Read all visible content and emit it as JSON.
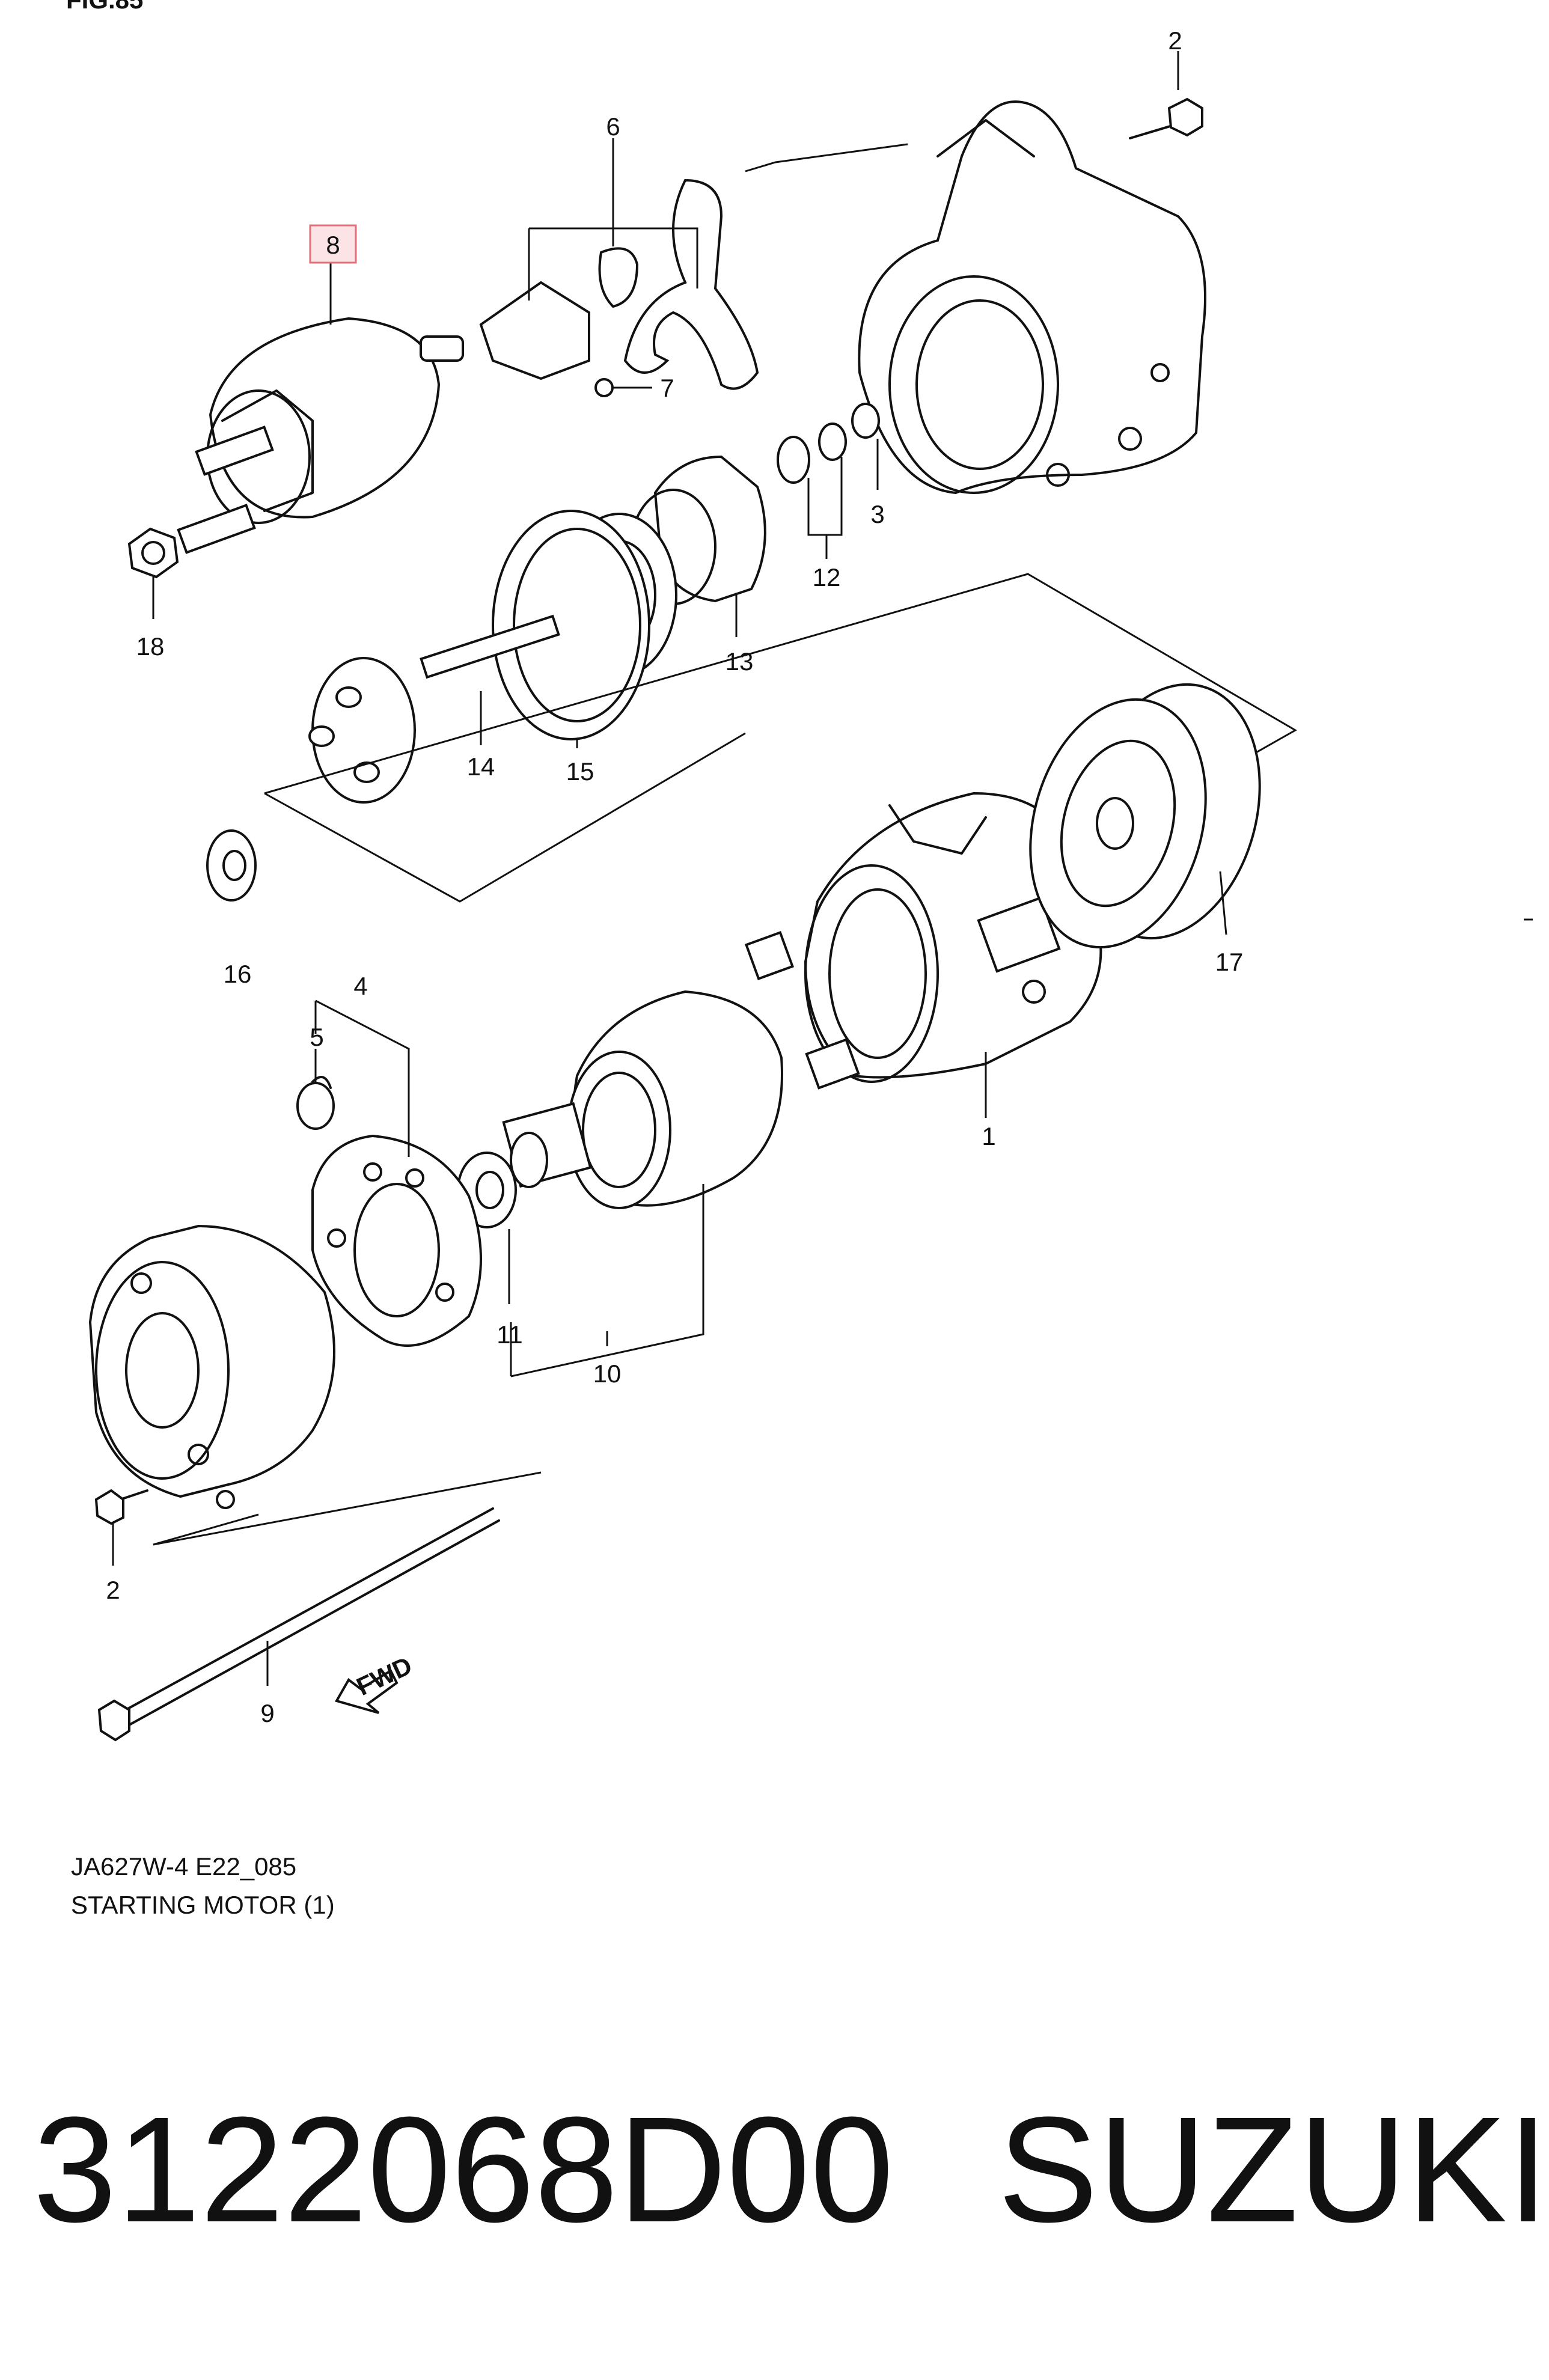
{
  "figure_header": "FIG.85",
  "highlighted_callout": "8",
  "callouts": {
    "c1": "1",
    "c2_top": "2",
    "c2_bottom": "2",
    "c3": "3",
    "c4": "4",
    "c5": "5",
    "c6": "6",
    "c7": "7",
    "c8": "8",
    "c9": "9",
    "c10": "10",
    "c11": "11",
    "c12": "12",
    "c13": "13",
    "c14": "14",
    "c15": "15",
    "c16": "16",
    "c17": "17",
    "c18": "18"
  },
  "fwd_label": "FWD",
  "caption": {
    "code": "JA627W-4 E22_085",
    "title": "STARTING MOTOR (1)"
  },
  "part_number": "3122068D00",
  "brand": "SUZUKI",
  "colors": {
    "highlight_border": "#e0707a",
    "highlight_fill": "#fbe3e6",
    "line": "#111111"
  }
}
